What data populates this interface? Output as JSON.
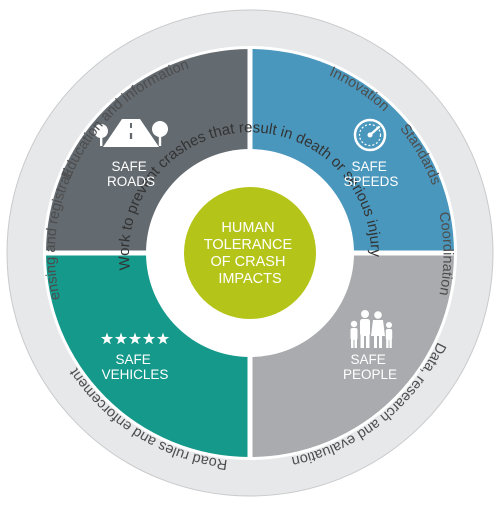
{
  "center": {
    "lines": [
      "HUMAN",
      "TOLERANCE",
      "OF CRASH",
      "IMPACTS"
    ]
  },
  "inner_ring": {
    "text": "Work to prevent crashes that result in death or serious injury"
  },
  "quadrants": [
    {
      "id": "roads",
      "lines": [
        "SAFE",
        "ROADS"
      ],
      "color": "#636a70",
      "icon": "road-with-trees-icon"
    },
    {
      "id": "speeds",
      "lines": [
        "SAFE",
        "SPEEDS"
      ],
      "color": "#4a97bd",
      "icon": "speedometer-icon"
    },
    {
      "id": "people",
      "lines": [
        "SAFE",
        "PEOPLE"
      ],
      "color": "#a9abae",
      "icon": "family-icon"
    },
    {
      "id": "vehicles",
      "lines": [
        "SAFE",
        "VEHICLES"
      ],
      "color": "#14998b",
      "icon": "five-stars-icon"
    }
  ],
  "outer_ring": {
    "top_labels": [
      "Education and information",
      "Innovation",
      "Standards",
      "Licensing and registration",
      "Coordination"
    ],
    "bottom_labels": [
      "Road rules and enforcement",
      "Data, research and evaluation"
    ]
  },
  "colors": {
    "center": "#b5c418",
    "outer_ring": "#e7e8ea",
    "white_ring": "#ffffff",
    "text": "#4d4d4d"
  }
}
